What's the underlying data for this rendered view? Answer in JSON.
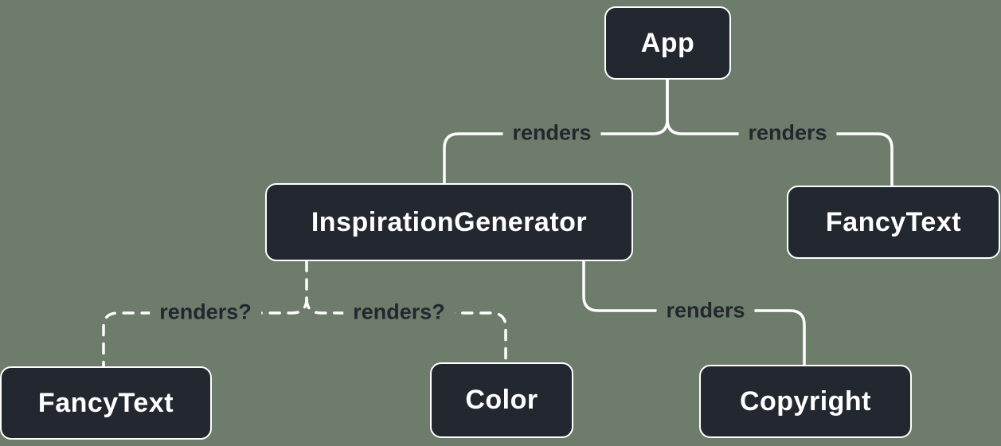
{
  "colors": {
    "background": "#6e7d6b",
    "node_fill": "#23272f",
    "node_border": "#ffffff",
    "node_text": "#ffffff",
    "edge_line": "#ffffff",
    "edge_label_text": "#23272f"
  },
  "nodes": [
    {
      "id": "app",
      "label": "App"
    },
    {
      "id": "inspiration-generator",
      "label": "InspirationGenerator"
    },
    {
      "id": "fancy-text-top",
      "label": "FancyText"
    },
    {
      "id": "fancy-text-bottom",
      "label": "FancyText"
    },
    {
      "id": "color",
      "label": "Color"
    },
    {
      "id": "copyright",
      "label": "Copyright"
    }
  ],
  "edges": [
    {
      "from": "app",
      "to": "inspiration-generator",
      "label": "renders",
      "style": "solid"
    },
    {
      "from": "app",
      "to": "fancy-text-top",
      "label": "renders",
      "style": "solid"
    },
    {
      "from": "inspiration-generator",
      "to": "fancy-text-bottom",
      "label": "renders?",
      "style": "dashed"
    },
    {
      "from": "inspiration-generator",
      "to": "color",
      "label": "renders?",
      "style": "dashed"
    },
    {
      "from": "inspiration-generator",
      "to": "copyright",
      "label": "renders",
      "style": "solid"
    }
  ]
}
